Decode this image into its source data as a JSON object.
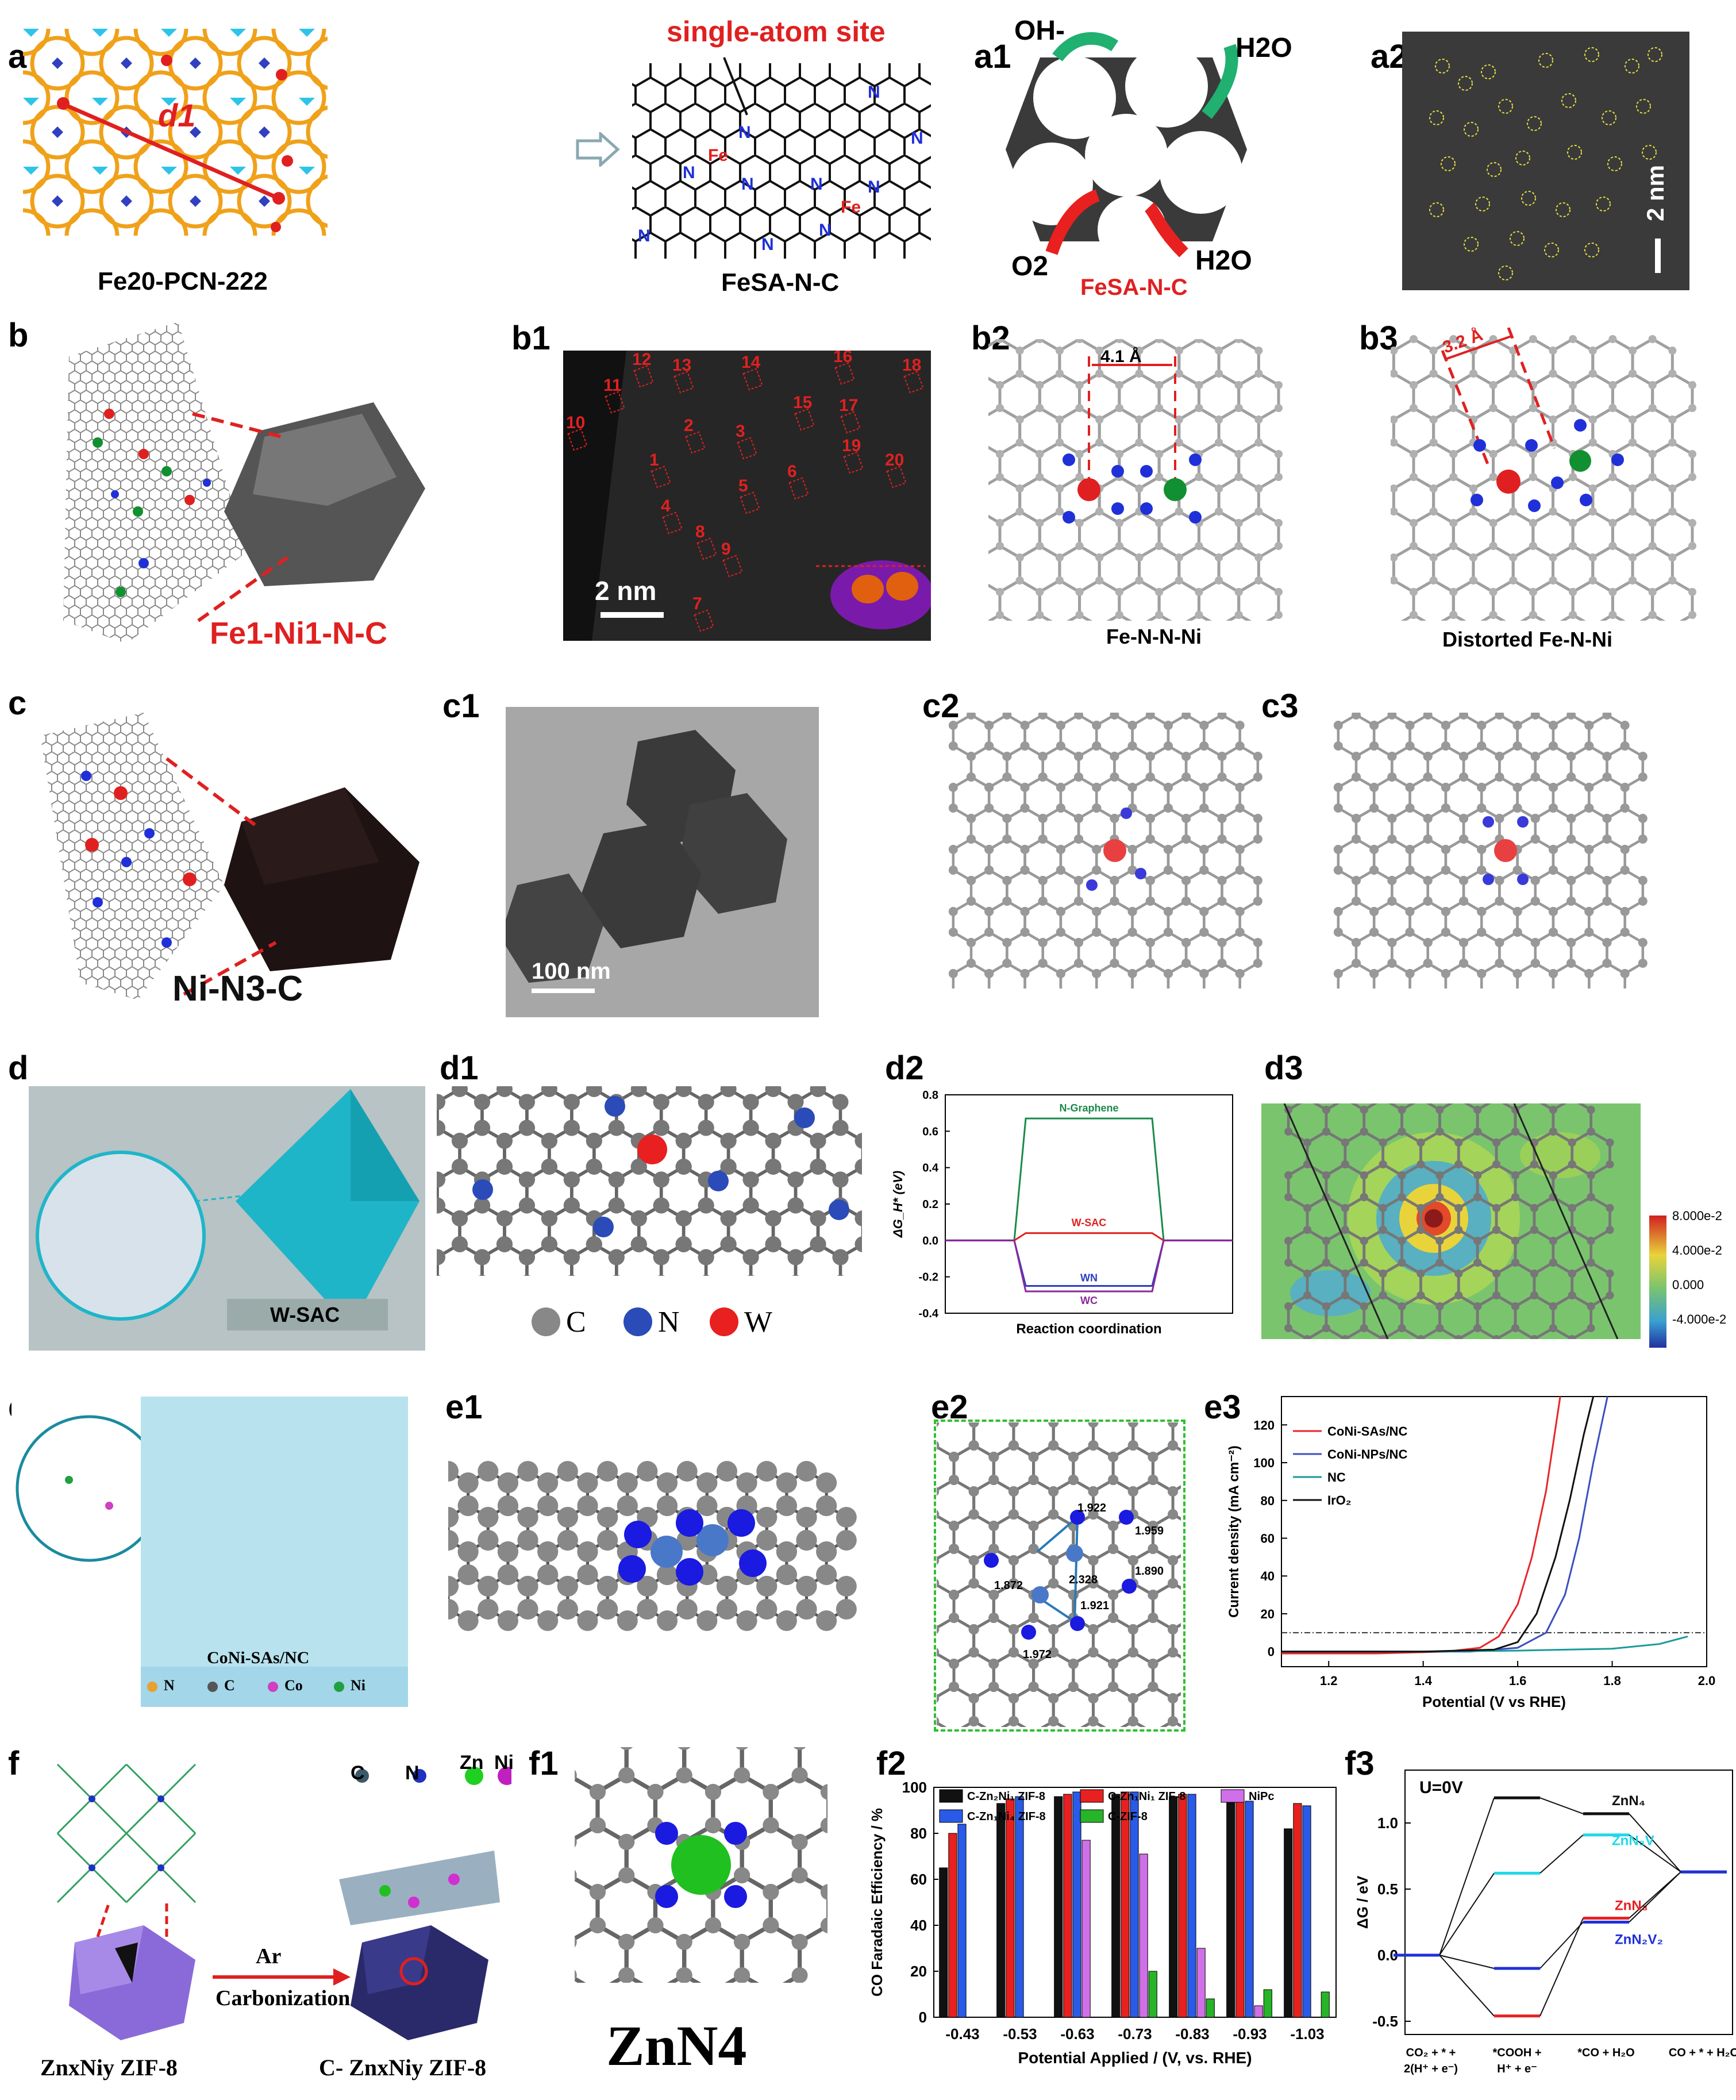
{
  "panels": {
    "a": {
      "label": "a",
      "framework": "Fe20-PCN-222",
      "distance": "d1",
      "site_label": "single-atom site",
      "catalyst": "FeSA-N-C",
      "fe_atom": "Fe",
      "n_atom": "N",
      "a1_label": "a1",
      "a1_species": [
        "OH-",
        "H2O",
        "O2",
        "H2O"
      ],
      "a1_catalyst": "FeSA-N-C",
      "a2_label": "a2",
      "a2_scale": "2 nm"
    },
    "b": {
      "label": "b",
      "catalyst": "Fe1-Ni1-N-C",
      "b1_label": "b1",
      "b1_scale": "2 nm",
      "b1_sites": [
        "1",
        "2",
        "3",
        "4",
        "5",
        "6",
        "7",
        "8",
        "9",
        "10",
        "11",
        "12",
        "13",
        "14",
        "15",
        "16",
        "17",
        "18",
        "19",
        "20"
      ],
      "b2_label": "b2",
      "b2_distance": "4.1 Å",
      "b2_caption": "Fe-N-N-Ni",
      "b3_label": "b3",
      "b3_distance": "3.2 Å",
      "b3_caption": "Distorted Fe-N-Ni"
    },
    "c": {
      "label": "c",
      "catalyst": "Ni-N3-C",
      "c1_label": "c1",
      "c1_scale": "100 nm",
      "c2_label": "c2",
      "c3_label": "c3"
    },
    "d": {
      "label": "d",
      "catalyst": "W-SAC",
      "d1_label": "d1",
      "d1_legend": [
        "C",
        "N",
        "W"
      ],
      "d2_label": "d2",
      "d3_label": "d3",
      "d3_colorbar": [
        "8.000e-2",
        "4.000e-2",
        "0.000",
        "-4.000e-2"
      ]
    },
    "e": {
      "label": "e",
      "catalyst": "CoNi-SAs/NC",
      "e_legend": [
        "N",
        "C",
        "Co",
        "Ni"
      ],
      "e1_label": "e1",
      "e2_label": "e2",
      "e2_bonds": [
        "1.922",
        "1.959",
        "1.890",
        "2.328",
        "1.872",
        "1.921",
        "1.972"
      ],
      "e3_label": "e3"
    },
    "f": {
      "label": "f",
      "legend": [
        "C",
        "N",
        "Zn",
        "Ni"
      ],
      "precursor": "ZnxNiy ZIF-8",
      "arrow_top": "Ar",
      "arrow_bottom": "Carbonization",
      "product": "C- ZnxNiy ZIF-8",
      "f1_label": "f1",
      "f1_caption": "ZnN4",
      "f2_label": "f2",
      "f3_label": "f3"
    }
  },
  "chart_data": [
    {
      "id": "d2",
      "type": "line",
      "xlabel": "Reaction coordination",
      "ylabel": "ΔG_H* (eV)",
      "ylim": [
        -0.4,
        0.8
      ],
      "yticks": [
        "0.8",
        "0.6",
        "0.4",
        "0.2",
        "0.0",
        "-0.2",
        "-0.4"
      ],
      "series": [
        {
          "name": "N-Graphene",
          "values": [
            0,
            0.67,
            0
          ],
          "color": "#1a8a4a"
        },
        {
          "name": "W-SAC",
          "values": [
            0,
            0.04,
            0
          ],
          "color": "#e02020"
        },
        {
          "name": "WN",
          "values": [
            0,
            -0.25,
            0
          ],
          "color": "#2a3fbf"
        },
        {
          "name": "WC",
          "values": [
            0,
            -0.28,
            0
          ],
          "color": "#8a2a9a"
        }
      ]
    },
    {
      "id": "e3",
      "type": "line",
      "xlabel": "Potential (V vs RHE)",
      "ylabel": "Current density (mA cm⁻²)",
      "xlim": [
        1.1,
        2.0
      ],
      "ylim": [
        -8,
        135
      ],
      "xticks": [
        "1.2",
        "1.4",
        "1.6",
        "1.8",
        "2.0"
      ],
      "yticks": [
        "0",
        "20",
        "40",
        "60",
        "80",
        "100",
        "120"
      ],
      "reference_line": 10,
      "series": [
        {
          "name": "CoNi-SAs/NC",
          "color": "#e8262a",
          "x": [
            1.1,
            1.3,
            1.45,
            1.52,
            1.56,
            1.6,
            1.63,
            1.66,
            1.69
          ],
          "values": [
            -1,
            -1,
            0,
            2,
            8,
            25,
            50,
            85,
            135
          ]
        },
        {
          "name": "CoNi-NPs/NC",
          "color": "#3b4fbf",
          "x": [
            1.1,
            1.3,
            1.5,
            1.6,
            1.66,
            1.7,
            1.73,
            1.76,
            1.79
          ],
          "values": [
            0,
            0,
            0,
            2,
            10,
            30,
            60,
            100,
            135
          ]
        },
        {
          "name": "NC",
          "color": "#1a9a9a",
          "x": [
            1.1,
            1.4,
            1.6,
            1.8,
            1.9,
            1.96
          ],
          "values": [
            0,
            0,
            0.5,
            1.5,
            4,
            8
          ]
        },
        {
          "name": "IrO₂",
          "color": "#111111",
          "x": [
            1.1,
            1.4,
            1.55,
            1.6,
            1.64,
            1.68,
            1.71,
            1.74,
            1.76
          ],
          "values": [
            0,
            0,
            1,
            5,
            20,
            50,
            80,
            115,
            135
          ]
        }
      ]
    },
    {
      "id": "f2",
      "type": "bar",
      "xlabel": "Potential Applied / (V, vs. RHE)",
      "ylabel": "CO Faradaic Efficiency / %",
      "ylim": [
        0,
        100
      ],
      "yticks": [
        "0",
        "20",
        "40",
        "60",
        "80",
        "100"
      ],
      "categories": [
        "-0.43",
        "-0.53",
        "-0.63",
        "-0.73",
        "-0.83",
        "-0.93",
        "-1.03"
      ],
      "series": [
        {
          "name": "C-Zn₂Ni₁ ZIF-8",
          "color": "#111111",
          "values": [
            65,
            93,
            96,
            97,
            96,
            95,
            82
          ]
        },
        {
          "name": "C-Zn₁Ni₁ ZIF-8",
          "color": "#e82020",
          "values": [
            80,
            95,
            97,
            98,
            97,
            95,
            93
          ]
        },
        {
          "name": "C-Zn₁Ni₄ ZIF-8",
          "color": "#2a5ae8",
          "values": [
            84,
            96,
            98,
            98,
            97,
            94,
            92
          ]
        },
        {
          "name": "NiPc",
          "color": "#d070e8",
          "values": [
            0,
            0,
            77,
            71,
            30,
            5,
            0
          ]
        },
        {
          "name": "C-ZIF-8",
          "color": "#28b428",
          "values": [
            0,
            0,
            0,
            20,
            8,
            12,
            11
          ]
        }
      ]
    },
    {
      "id": "f3",
      "type": "line",
      "title": "U=0V",
      "ylabel": "ΔG / eV",
      "ylim": [
        -0.6,
        1.4
      ],
      "yticks": [
        "1.0",
        "0.5",
        "0.0",
        "-0.5"
      ],
      "categories": [
        "CO₂ + * + 2(H⁺ + e⁻)",
        "*COOH + H⁺ + e⁻",
        "*CO + H₂O",
        "CO + * + H₂O"
      ],
      "series": [
        {
          "name": "ZnN₄",
          "color": "#111111",
          "values": [
            0,
            1.19,
            1.07,
            0.63
          ]
        },
        {
          "name": "ZnN₃V",
          "color": "#20d8e8",
          "values": [
            0,
            0.62,
            0.91,
            0.63
          ]
        },
        {
          "name": "ZnN₃",
          "color": "#e82020",
          "values": [
            0,
            -0.46,
            0.28,
            0.63
          ]
        },
        {
          "name": "ZnN₂V₂",
          "color": "#2030d8",
          "values": [
            0,
            -0.1,
            0.25,
            0.63
          ]
        }
      ]
    }
  ]
}
